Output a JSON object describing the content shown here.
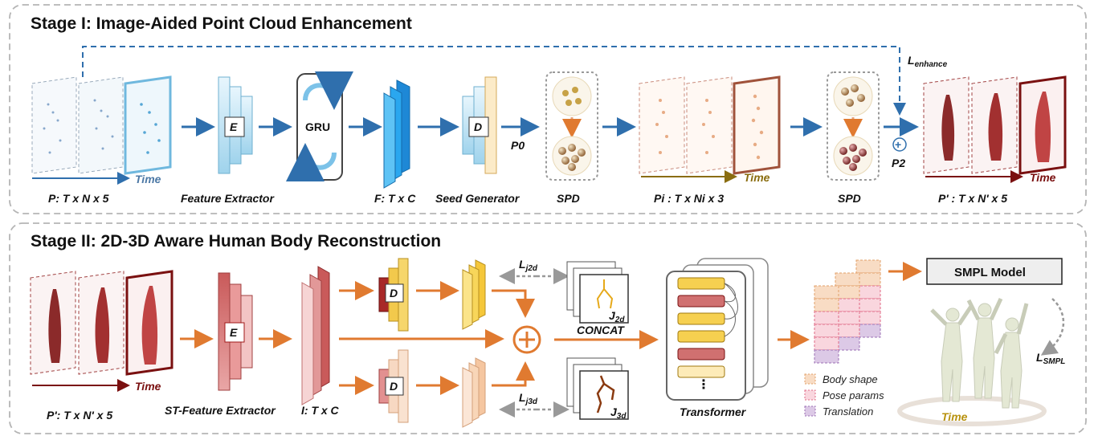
{
  "stage1": {
    "title": "Stage I: Image-Aided Point Cloud Enhancement",
    "labels": {
      "input": "P: T x N x 5",
      "feature_extractor": "Feature Extractor",
      "encoder_letter": "E",
      "gru": "GRU",
      "feature": "F: T x C",
      "seed_generator": "Seed Generator",
      "decoder_letter": "D",
      "p0": "P0",
      "spd1": "SPD",
      "pi": "Pi : T x Ni x 3",
      "spd2": "SPD",
      "p2": "P2",
      "loss": "Lenhance",
      "output": "P' : T x N' x 5",
      "time1": "Time",
      "time2": "Time",
      "time3": "Time"
    }
  },
  "stage2": {
    "title": "Stage II: 2D-3D Aware Human Body Reconstruction",
    "labels": {
      "input": "P': T x N' x 5",
      "time_in": "Time",
      "st_extractor": "ST-Feature Extractor",
      "encoder_letter": "E",
      "feature": "I: T x C",
      "d_top": "D",
      "d_bottom": "D",
      "l_j2d": "Lj2d",
      "l_j3d": "Lj3d",
      "j2d": "J2d",
      "j3d": "J3d",
      "concat": "CONCAT",
      "transformer": "Transformer",
      "smpl_model": "SMPL Model",
      "l_smpl": "LSMPL",
      "time_out": "Time",
      "dots": "⋮"
    },
    "legend": [
      {
        "label": "Body shape",
        "color": "#f8dcc4",
        "border": "#e2a06a"
      },
      {
        "label": "Pose params",
        "color": "#f9d6de",
        "border": "#e06a85"
      },
      {
        "label": "Translation",
        "color": "#dcc9e6",
        "border": "#9b6fb4"
      }
    ]
  },
  "colors": {
    "stage1_arrow": "#2f6fad",
    "stage2_arrow": "#e07a30",
    "enc_blue": "#bfe3f2",
    "dark_red": "#8b1a1a",
    "gold": "#f4c842"
  }
}
